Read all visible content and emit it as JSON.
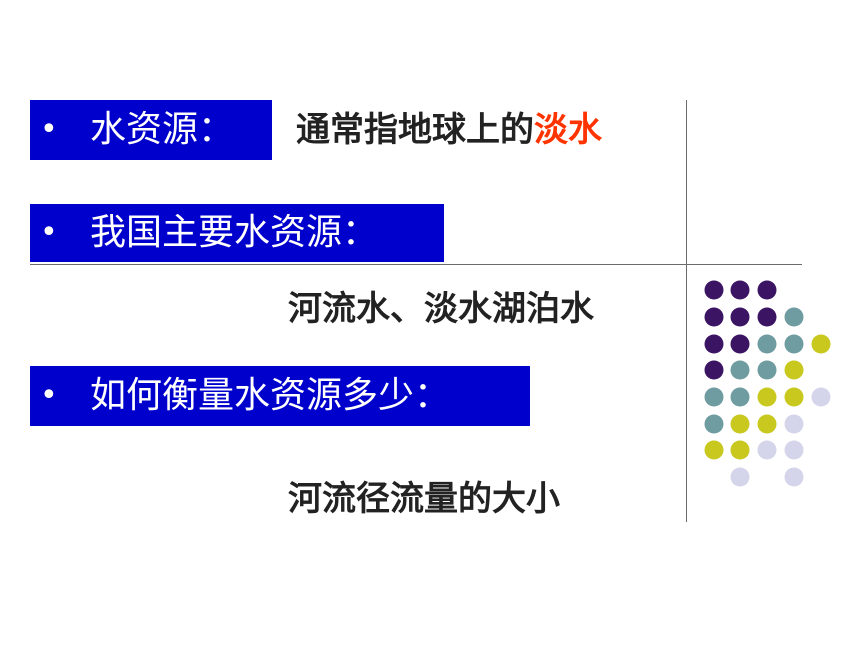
{
  "slide": {
    "line1": {
      "bullet": "•",
      "label": "水资源：",
      "text_prefix": "通常指地球上的",
      "text_highlight": "淡水"
    },
    "line2": {
      "bullet": "•",
      "label": "我国主要水资源：",
      "answer": "河流水、淡水湖泊水"
    },
    "line3": {
      "bullet": "•",
      "label": "如何衡量水资源多少：",
      "answer": "河流径流量的大小"
    }
  },
  "colors": {
    "label_bg": "#0000cc",
    "label_text": "#ffffff",
    "highlight": "#ff3300",
    "body_text": "#222222",
    "dot_purple": "#3b1464",
    "dot_teal": "#6f9ca0",
    "dot_yellow": "#c8c81e",
    "dot_lavender": "#d4d4ea"
  }
}
